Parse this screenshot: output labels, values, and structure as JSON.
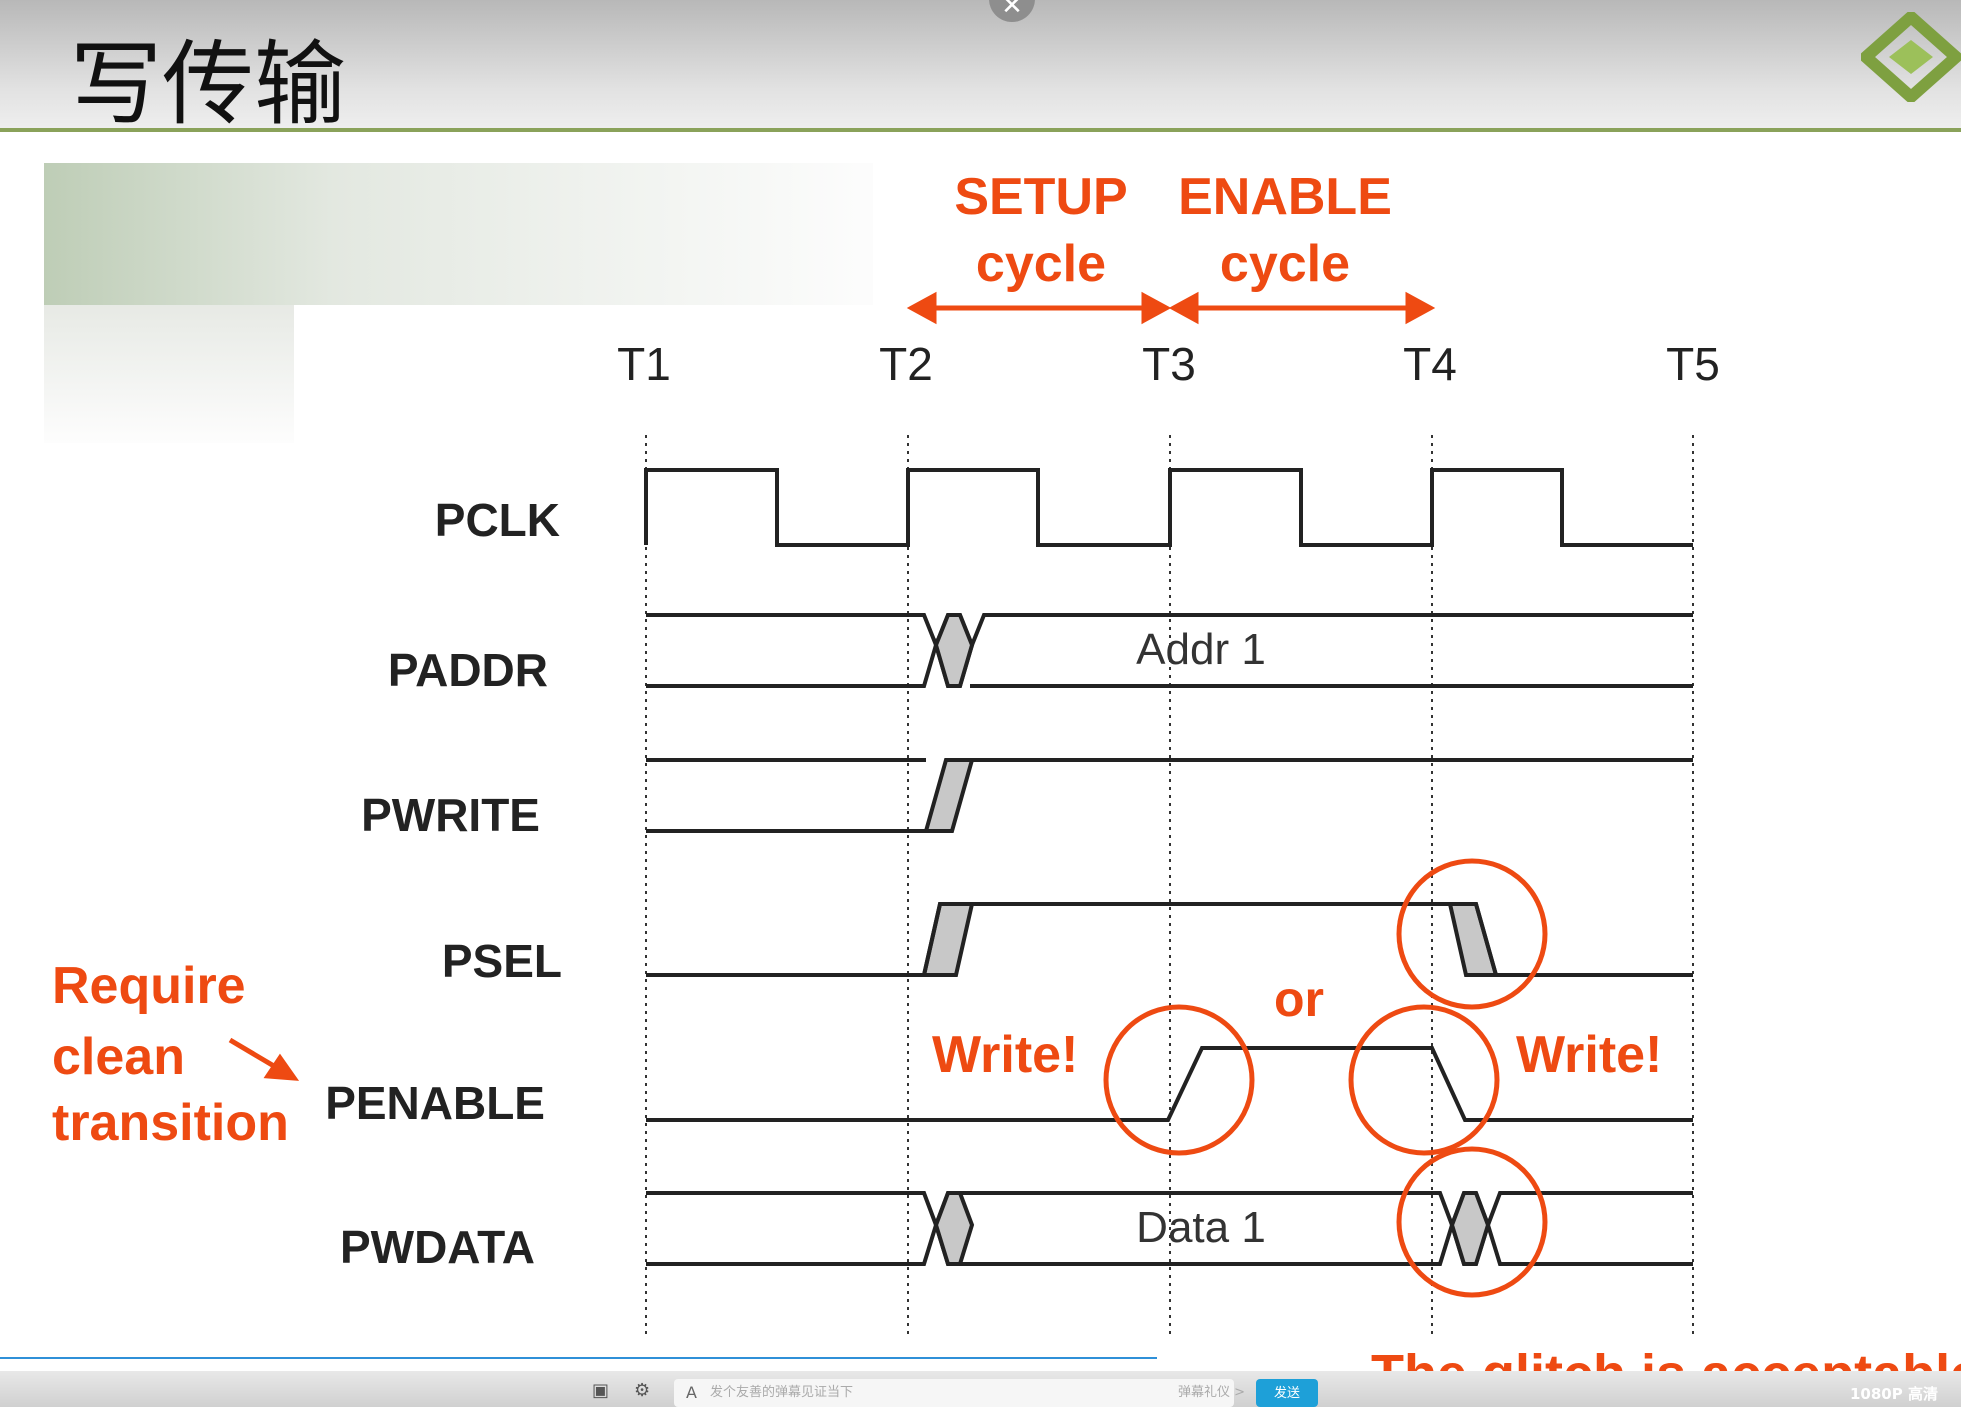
{
  "slide": {
    "title": "写传输"
  },
  "colors": {
    "accent": "#ee4a12",
    "signal": "#222222",
    "glitch_fill": "#c8c8c8",
    "header_rule": "#8aa25a"
  },
  "icons": {
    "close": "close-icon",
    "logo": "logo-icon",
    "danmaku": "danmaku-icon",
    "danmaku_settings": "danmaku-settings-icon"
  },
  "diagram": {
    "cycle_labels": [
      {
        "line1": "SETUP",
        "line2": "cycle"
      },
      {
        "line1": "ENABLE",
        "line2": "cycle"
      }
    ],
    "time_markers": [
      "T1",
      "T2",
      "T3",
      "T4",
      "T5"
    ],
    "signals": [
      "PCLK",
      "PADDR",
      "PWRITE",
      "PSEL",
      "PENABLE",
      "PWDATA"
    ],
    "bus_values": {
      "paddr": "Addr 1",
      "pwdata": "Data 1"
    },
    "note": [
      "Require",
      "clean",
      "transition"
    ],
    "write_label": "Write!",
    "or_label": "or",
    "glitch_note": "The glitch is acceptable"
  },
  "player": {
    "danmaku_placeholder": "发个友善的弹幕见证当下",
    "danmaku_etiquette": "弹幕礼仪 >",
    "send_label": "发送",
    "quality": "1080P 高清"
  }
}
